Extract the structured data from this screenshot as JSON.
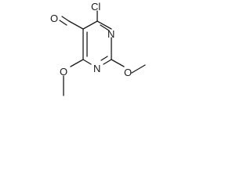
{
  "molecule": {
    "atoms": {
      "cl": "Cl",
      "n_top": "N",
      "n_bottom": "N",
      "o_aldehyde": "O",
      "o_methoxy_left": "O",
      "o_methoxy_right": "O"
    },
    "colors": {
      "ink": "#1a1a1a",
      "background": "#ffffff"
    }
  }
}
